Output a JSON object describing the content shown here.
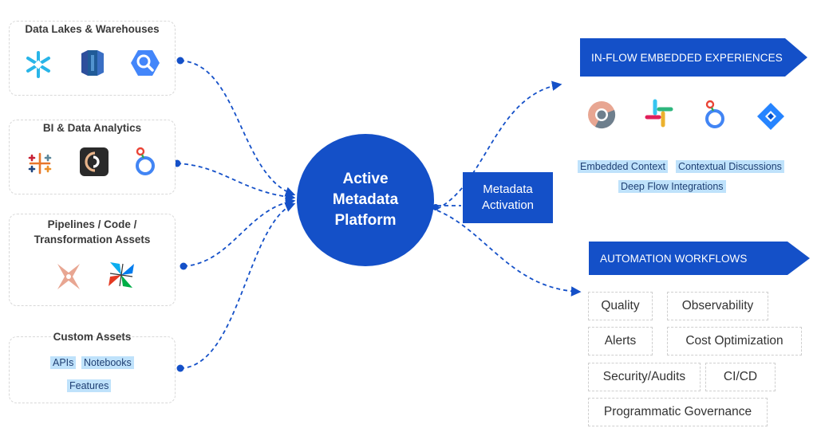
{
  "sources": [
    {
      "title": "Data Lakes & Warehouses",
      "icons": [
        "snowflake-icon",
        "redshift-icon",
        "bigquery-icon"
      ]
    },
    {
      "title": "BI & Data Analytics",
      "icons": [
        "tableau-icon",
        "sigma-icon",
        "looker-icon"
      ]
    },
    {
      "title_line1": "Pipelines / Code /",
      "title_line2": "Transformation Assets",
      "icons": [
        "dbt-icon",
        "airflow-icon"
      ]
    },
    {
      "title": "Custom Assets",
      "chips": [
        "APIs",
        "Notebooks",
        "Features"
      ]
    }
  ],
  "hub": {
    "line1": "Active",
    "line2": "Metadata",
    "line3": "Platform"
  },
  "activation": {
    "line1": "Metadata",
    "line2": "Activation"
  },
  "embedded": {
    "banner": "IN-FLOW EMBEDDED EXPERIENCES",
    "icons": [
      "chrome-icon",
      "slack-icon",
      "looker-icon",
      "jira-icon"
    ],
    "chips": [
      "Embedded Context",
      "Contextual Discussions",
      "Deep Flow Integrations"
    ]
  },
  "automation": {
    "banner": "AUTOMATION WORKFLOWS",
    "items": [
      "Quality",
      "Observability",
      "Alerts",
      "Cost Optimization",
      "Security/Audits",
      "CI/CD",
      "Programmatic Governance"
    ]
  },
  "colors": {
    "primary": "#1450c8",
    "chip": "#bfe2fb",
    "dashed": "#d8d8d8"
  }
}
